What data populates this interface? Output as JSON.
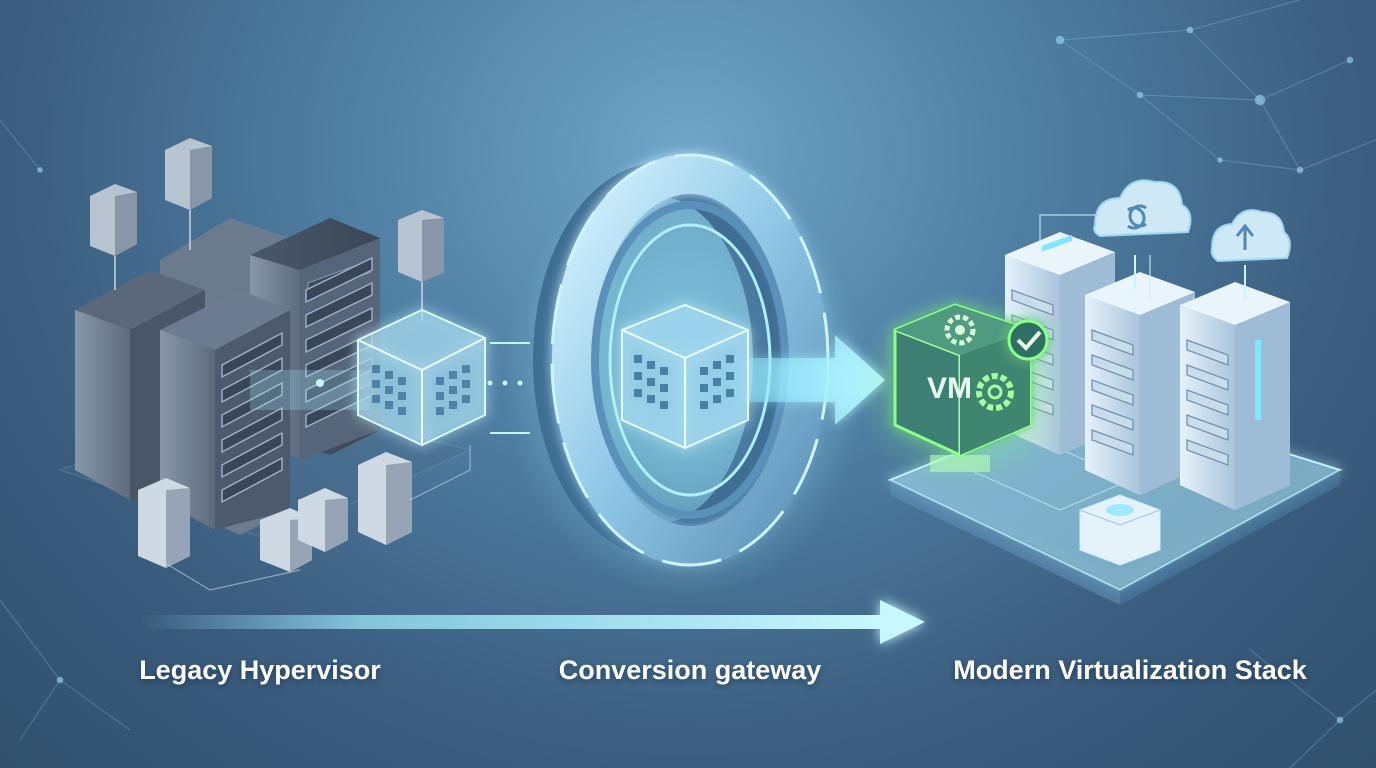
{
  "labels": {
    "legacy": "Legacy Hypervisor",
    "gateway": "Conversion gateway",
    "modern": "Modern Virtualization Stack"
  },
  "badges": {
    "vm": "VM"
  },
  "icons": {
    "sync": "cloud-sync-icon",
    "upload": "cloud-upload-icon",
    "check": "check-badge-icon",
    "gear": "gear-icon"
  },
  "colors": {
    "background": "#4f7fa3",
    "glow": "#7fe6ff",
    "vm_green": "#6cff6a",
    "arrow": "#9ff0ff"
  }
}
